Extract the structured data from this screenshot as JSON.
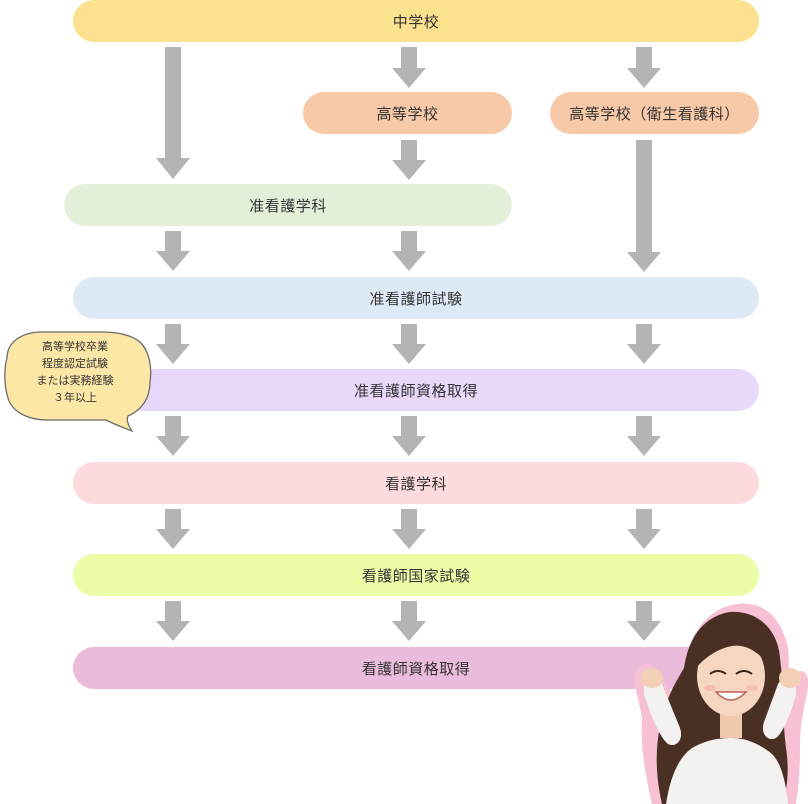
{
  "flow": {
    "junior_high": "中学校",
    "high_school": "高等学校",
    "high_school_health": "高等学校（衛生看護科）",
    "assoc_nursing_dept": "准看護学科",
    "assoc_nurse_exam": "准看護師試験",
    "assoc_nurse_license": "准看護師資格取得",
    "nursing_dept": "看護学科",
    "national_exam": "看護師国家試験",
    "nurse_license": "看護師資格取得"
  },
  "note": {
    "lines": [
      "高等学校卒業",
      "程度認定試験",
      "または実務経験",
      "３年以上"
    ]
  },
  "colors": {
    "junior_high": "#fce28f",
    "high_school": "#f7c9a8",
    "assoc_nursing_dept": "#e3efd9",
    "assoc_nurse_exam": "#dde9f4",
    "assoc_nurse_license": "#e8d9fb",
    "nursing_dept": "#fddadb",
    "national_exam": "#ecfda8",
    "nurse_license": "#eabbdb",
    "arrow": "#b4b4b4",
    "bubble_fill": "#fde7a6",
    "bubble_stroke": "#6b6b6b"
  },
  "images": {
    "photo": "smiling-woman-photo"
  }
}
